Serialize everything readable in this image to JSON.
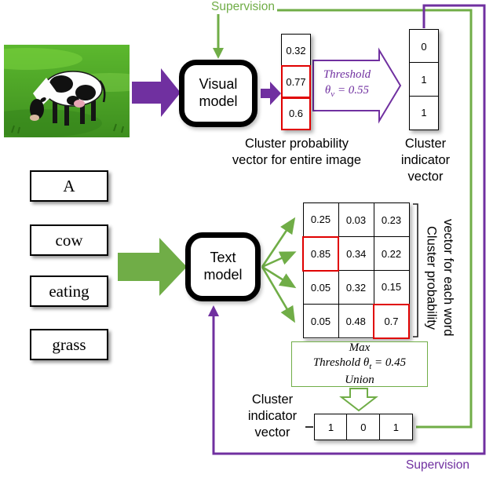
{
  "colors": {
    "purple": "#7030A0",
    "green": "#70AD47",
    "red": "#E00000"
  },
  "supervision": {
    "top_label": "Supervision",
    "bottom_label": "Supervision"
  },
  "visual_branch": {
    "model_label": "Visual model",
    "prob_vector": {
      "values": [
        "0.32",
        "0.77",
        "0.6"
      ]
    },
    "prob_caption": "Cluster probability vector for entire image",
    "threshold": {
      "word": "Threshold",
      "symbol": "θ",
      "sub": "v",
      "eq": " = 0.55"
    },
    "indicator": {
      "values": [
        "0",
        "1",
        "1"
      ]
    },
    "indicator_caption": "Cluster indicator vector"
  },
  "text_branch": {
    "words": [
      "A",
      "cow",
      "eating",
      "grass"
    ],
    "model_label": "Text model",
    "matrix": [
      [
        "0.25",
        "0.03",
        "0.23"
      ],
      [
        "0.85",
        "0.34",
        "0.22"
      ],
      [
        "0.05",
        "0.32",
        "0.15"
      ],
      [
        "0.05",
        "0.48",
        "0.7"
      ]
    ],
    "matrix_caption": "Cluster probability vector for each word",
    "reduce": {
      "line1": "Max",
      "line2_pre": "Threshold θ",
      "line2_sub": "t",
      "line2_post": " = 0.45",
      "line3": "Union"
    },
    "indicator": {
      "values": [
        "1",
        "0",
        "1"
      ]
    },
    "indicator_caption": "Cluster indicator vector"
  }
}
